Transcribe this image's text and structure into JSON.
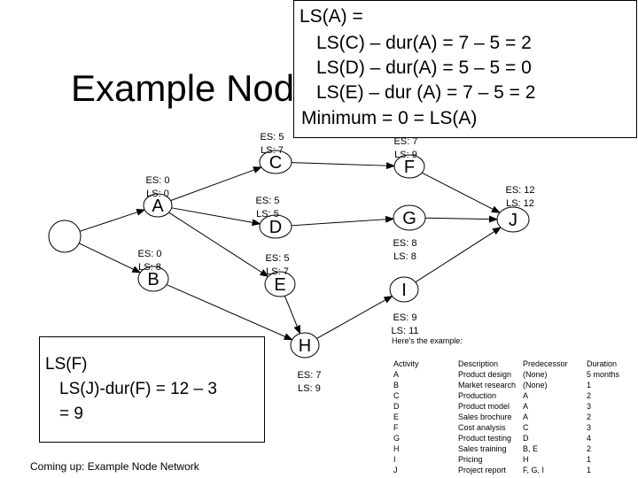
{
  "slide_title": "Example Node Network",
  "callout_lines": [
    "LS(A) =",
    "LS(C) – dur(A) = 7 – 5 = 2",
    "LS(D) – dur(A) = 5 – 5 = 0",
    "LS(E) – dur (A) = 7 – 5 = 2",
    "Minimum = 0 = LS(A)"
  ],
  "nodes": [
    {
      "id": "start",
      "label": ""
    },
    {
      "id": "A",
      "label": "A",
      "es": "ES: 0",
      "ls": "LS: 0"
    },
    {
      "id": "B",
      "label": "B",
      "es": "ES: 0",
      "ls": "LS: 8"
    },
    {
      "id": "C",
      "label": "C",
      "es": "ES: 5",
      "ls": "LS: 7"
    },
    {
      "id": "D",
      "label": "D",
      "es": "ES: 5",
      "ls": "LS: 5"
    },
    {
      "id": "E",
      "label": "E",
      "es": "ES: 5",
      "ls": "LS: 7"
    },
    {
      "id": "F",
      "label": "F",
      "es": "ES: 7",
      "ls": "LS: 9"
    },
    {
      "id": "G",
      "label": "G",
      "es": "ES: 8",
      "ls": "LS: 8"
    },
    {
      "id": "H",
      "label": "H",
      "es": "ES: 7",
      "ls": "LS: 9"
    },
    {
      "id": "I",
      "label": "I",
      "es": "ES: 9",
      "ls": "LS: 11"
    },
    {
      "id": "J",
      "label": "J",
      "es": "ES: 12",
      "ls": "LS: 12"
    }
  ],
  "lsf_box": {
    "lines": [
      "LS(F)",
      "LS(J)-dur(F) = 12 – 3",
      "= 9"
    ]
  },
  "coming_up": "Coming up: Example Node Network",
  "example": {
    "heading": "Here's the example:",
    "headers": [
      "Activity",
      "Description",
      "Predecessor",
      "Duration"
    ],
    "rows": [
      [
        "A",
        "Product design",
        "(None)",
        "5 months"
      ],
      [
        "B",
        "Market research",
        "(None)",
        "1"
      ],
      [
        "C",
        "Production",
        "A",
        "2"
      ],
      [
        "D",
        "Product model",
        "A",
        "3"
      ],
      [
        "E",
        "Sales brochure",
        "A",
        "2"
      ],
      [
        "F",
        "Cost analysis",
        "C",
        "3"
      ],
      [
        "G",
        "Product testing",
        "D",
        "4"
      ],
      [
        "H",
        "Sales training",
        "B, E",
        "2"
      ],
      [
        "I",
        "Pricing",
        "H",
        "1"
      ],
      [
        "J",
        "Project report",
        "F, G, I",
        "1"
      ]
    ]
  }
}
